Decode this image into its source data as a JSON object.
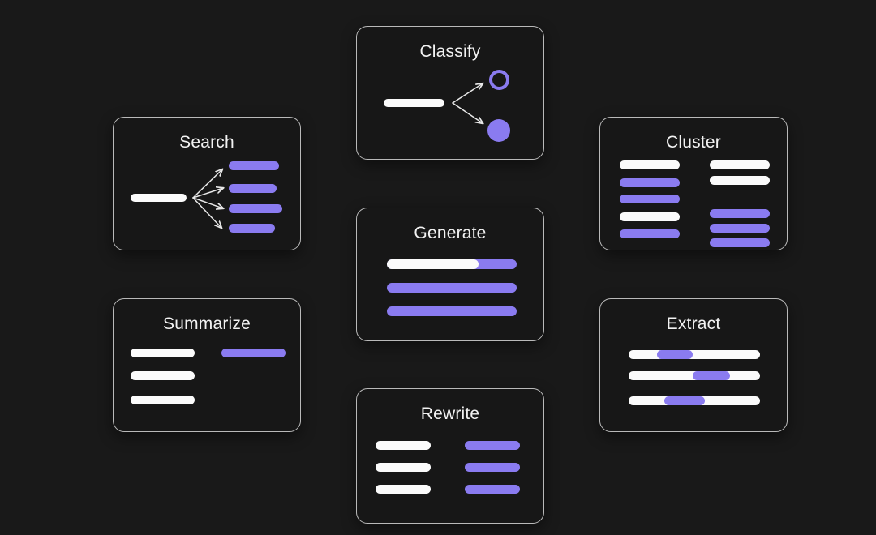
{
  "page": {
    "background_color": "#191919",
    "card_background_color": "#171717",
    "card_border_color": "#b9b9b9",
    "accent_color": "#8a7bf0",
    "neutral_color": "#fbfbfb"
  },
  "cards": [
    {
      "id": "search",
      "title": "Search",
      "graphic": "one-input-fans-out-to-four-results",
      "input_bar": {
        "color": "#fbfbfb"
      },
      "result_bars": [
        {
          "color": "#8a7bf0"
        },
        {
          "color": "#8a7bf0"
        },
        {
          "color": "#8a7bf0"
        },
        {
          "color": "#8a7bf0"
        }
      ],
      "arrow_count": 4
    },
    {
      "id": "classify",
      "title": "Classify",
      "graphic": "one-input-two-arrows-to-two-category-shapes",
      "input_bar": {
        "color": "#fbfbfb"
      },
      "arrow_count": 2,
      "shapes": [
        {
          "kind": "ring",
          "color": "#8a7bf0"
        },
        {
          "kind": "dot",
          "color": "#8a7bf0"
        }
      ]
    },
    {
      "id": "cluster",
      "title": "Cluster",
      "graphic": "two-columns-of-grouped-rows",
      "left_column": [
        {
          "color": "#fbfbfb"
        },
        {
          "color": "#8a7bf0"
        },
        {
          "color": "#8a7bf0"
        },
        {
          "color": "#fbfbfb"
        },
        {
          "color": "#8a7bf0"
        }
      ],
      "right_column": [
        {
          "color": "#fbfbfb",
          "slot": 0
        },
        {
          "color": "#fbfbfb",
          "slot": 1
        },
        {
          "color": "#8a7bf0",
          "slot": 3
        },
        {
          "color": "#8a7bf0",
          "slot": 4
        },
        {
          "color": "#8a7bf0",
          "slot": 5
        }
      ]
    },
    {
      "id": "summarize",
      "title": "Summarize",
      "graphic": "three-source-lines-condensed-to-one-summary-line",
      "source_bars": [
        {
          "color": "#fbfbfb"
        },
        {
          "color": "#fbfbfb"
        },
        {
          "color": "#fbfbfb"
        }
      ],
      "summary_bar": {
        "color": "#8a7bf0"
      }
    },
    {
      "id": "generate",
      "title": "Generate",
      "graphic": "prompt-line-continued-by-generated-lines",
      "rows": [
        {
          "white_fraction": 0.7,
          "purple_fraction": 0.3
        },
        {
          "white_fraction": 0.0,
          "purple_fraction": 1.0
        },
        {
          "white_fraction": 0.0,
          "purple_fraction": 1.0
        }
      ]
    },
    {
      "id": "extract",
      "title": "Extract",
      "graphic": "full-width-lines-with-highlighted-spans",
      "rows": [
        {
          "highlight_start": 0.22,
          "highlight_end": 0.49
        },
        {
          "highlight_start": 0.49,
          "highlight_end": 0.77
        },
        {
          "highlight_start": 0.27,
          "highlight_end": 0.58
        }
      ]
    },
    {
      "id": "rewrite",
      "title": "Rewrite",
      "graphic": "original-lines-left-rewritten-lines-right",
      "original_bars": [
        {
          "color": "#fbfbfb"
        },
        {
          "color": "#fbfbfb"
        },
        {
          "color": "#fbfbfb"
        }
      ],
      "rewritten_bars": [
        {
          "color": "#8a7bf0"
        },
        {
          "color": "#8a7bf0"
        },
        {
          "color": "#8a7bf0"
        }
      ]
    }
  ]
}
